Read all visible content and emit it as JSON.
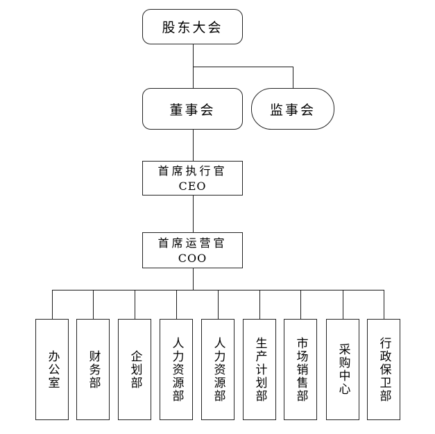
{
  "diagram": {
    "type": "organization-chart",
    "background_color": "#ffffff",
    "line_color": "#1a1a1a",
    "text_color": "#000000",
    "nodes": {
      "shareholders_meeting": {
        "label": "股东大会",
        "shape": "rounded-rectangle"
      },
      "board_of_directors": {
        "label": "董事会",
        "shape": "rounded-rectangle"
      },
      "supervisory_board": {
        "label": "监事会",
        "shape": "stadium"
      },
      "ceo": {
        "title_cn": "首席执行官",
        "title_en": "CEO",
        "shape": "rectangle"
      },
      "coo": {
        "title_cn": "首席运营官",
        "title_en": "COO",
        "shape": "rectangle"
      }
    },
    "departments": [
      {
        "label": "办公室"
      },
      {
        "label": "财务部"
      },
      {
        "label": "企划部"
      },
      {
        "label": "人力资源部"
      },
      {
        "label": "人力资源部"
      },
      {
        "label": "生产计划部"
      },
      {
        "label": "市场销售部"
      },
      {
        "label": "采购中心"
      },
      {
        "label": "行政保卫部"
      }
    ],
    "hierarchy": [
      {
        "from": "shareholders_meeting",
        "to": "board_of_directors"
      },
      {
        "from": "shareholders_meeting",
        "to": "supervisory_board"
      },
      {
        "from": "board_of_directors",
        "to": "ceo"
      },
      {
        "from": "ceo",
        "to": "coo"
      },
      {
        "from": "coo",
        "to": "departments"
      }
    ]
  }
}
